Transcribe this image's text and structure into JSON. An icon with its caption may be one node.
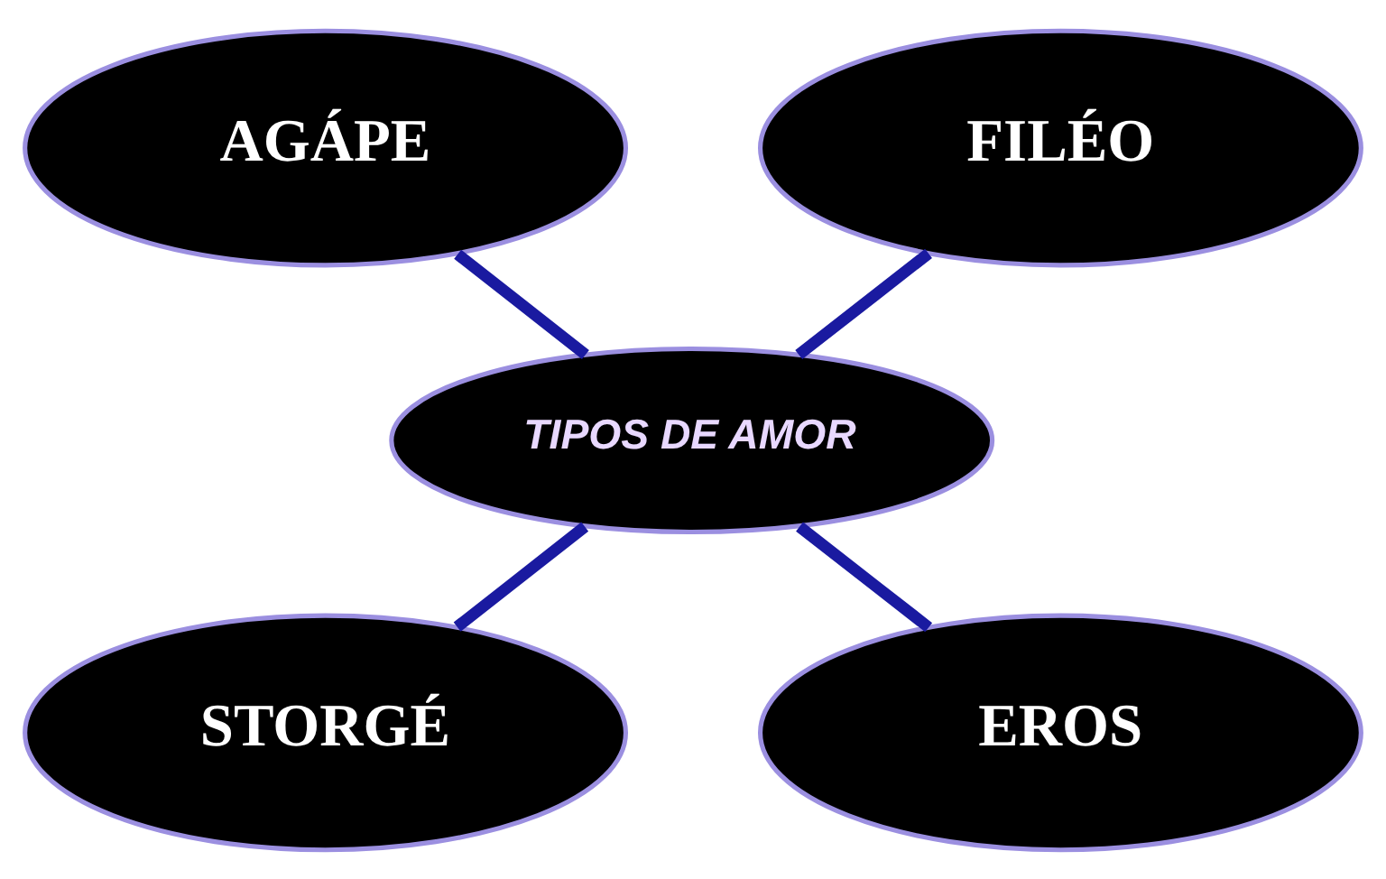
{
  "diagram": {
    "nodes": [
      {
        "text": [
          "AGÁPE"
        ]
      },
      {
        "text": [
          "FILÉO"
        ]
      },
      {
        "text": [
          "TIPOS DE AMOR"
        ]
      },
      {
        "text": [
          "STORGÉ"
        ]
      },
      {
        "text": [
          "EROS"
        ]
      }
    ],
    "edges": [
      {
        "from": 0,
        "to": 2,
        "arrow": "none"
      },
      {
        "from": 1,
        "to": 2,
        "arrow": "none"
      },
      {
        "from": 2,
        "to": 3,
        "arrow": "none"
      },
      {
        "from": 2,
        "to": 4,
        "arrow": "none"
      }
    ]
  }
}
